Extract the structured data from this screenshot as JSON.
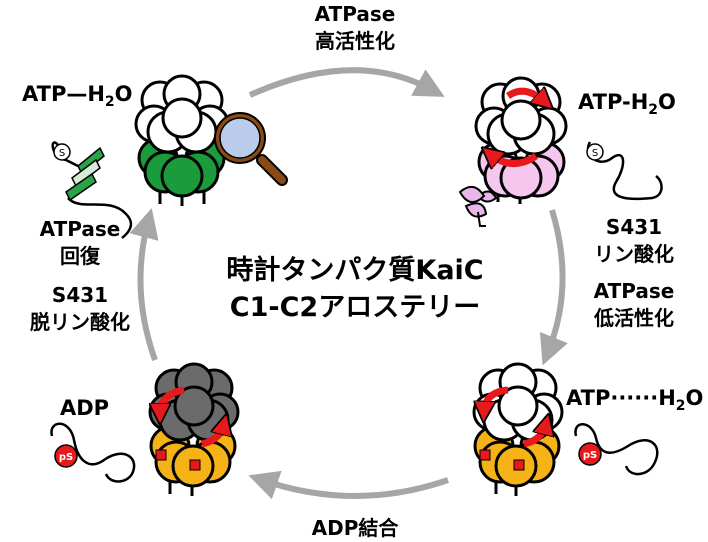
{
  "title": {
    "line1": "時計タンパク質KaiC",
    "line2": "C1-C2アロステリー"
  },
  "steps": {
    "top": {
      "line1": "ATPase",
      "line2": "高活性化"
    },
    "right": {
      "line1": "S431",
      "line2": "リン酸化",
      "line3": "ATPase",
      "line4": "低活性化"
    },
    "bottom": {
      "line1": "ADP結合"
    },
    "left": {
      "line1": "ATPase",
      "line2": "回復",
      "line3": "S431",
      "line4": "脱リン酸化"
    }
  },
  "states": {
    "top_left": {
      "main": "ATP",
      "sep": "—",
      "h": "H",
      "sub": "2",
      "o": "O",
      "site": "S"
    },
    "top_right": {
      "main": "ATP-",
      "h": "H",
      "sub": "2",
      "o": "O",
      "site": "S"
    },
    "bottom_right": {
      "main": "ATP······",
      "h": "H",
      "sub": "2",
      "o": "O",
      "site": "pS"
    },
    "bottom_left": {
      "main": "ADP",
      "site": "pS"
    }
  },
  "colors": {
    "arrow": "#a6a6a6",
    "c1_active": "#1a9b3c",
    "c1_low": "#f5c7ef",
    "c1_adp": "#f5b317",
    "c2_dark": "#6b6b6b",
    "rotation_arrow": "#e8191c",
    "phospho": "#e8191c",
    "helix": "#2aa34a",
    "magnifier_glass": "#b9cdea",
    "magnifier_handle": "#8b4a13",
    "flower": "#e9b6ea"
  },
  "icons": [
    "magnifier-icon",
    "flower-icon",
    "rotation-arrow-icon",
    "helix-icon",
    "phospho-site-icon"
  ]
}
